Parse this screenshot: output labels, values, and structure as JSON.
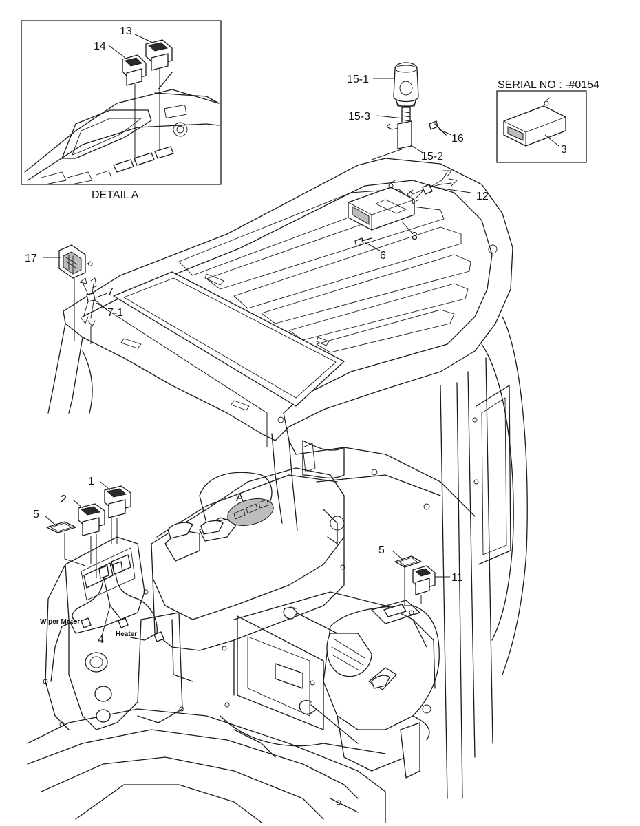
{
  "detail_view": {
    "caption": "DETAIL A",
    "callouts": [
      "14",
      "13"
    ]
  },
  "serial_note": {
    "label": "SERIAL NO : -#0154",
    "callout": "3"
  },
  "callouts": {
    "beacon_lamp": "15-1",
    "beacon_base": "15-3",
    "beacon_bracket": "15-2",
    "bolt_16": "16",
    "harness_12": "12",
    "radio": "3",
    "screw_6": "6",
    "work_light": "17",
    "connector_7": "7",
    "connector_7_1": "7-1",
    "section_a": "A",
    "switch_1": "1",
    "switch_2": "2",
    "plate_5_left": "5",
    "harness_4": "4",
    "plate_5_right": "5",
    "switch_11": "11"
  },
  "wire_labels": {
    "wiper_motor": "Wiper Motor",
    "heater": "Heater"
  }
}
